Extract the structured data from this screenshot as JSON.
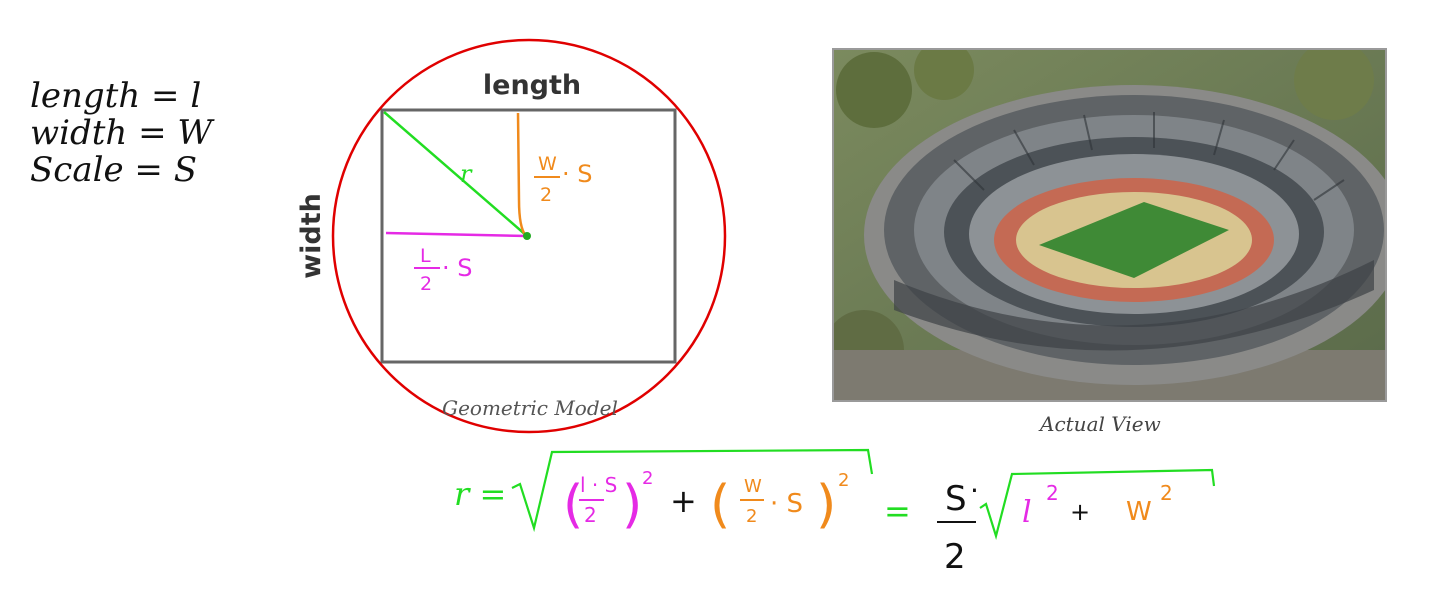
{
  "notes": {
    "length_line": "length = l",
    "width_line": "width = W",
    "scale_line": "Scale = S"
  },
  "model": {
    "top_label": "length",
    "side_label": "width",
    "caption": "Geometric Model",
    "radius_label": "r",
    "half_width_num": "W",
    "half_width_den": "2",
    "half_width_scale": "· S",
    "half_length_num": "L",
    "half_length_den": "2",
    "half_length_scale": "· S"
  },
  "photo": {
    "caption": "Actual View"
  },
  "formula": {
    "lhs": "r =",
    "term1_num": "l · S",
    "term1_den": "2",
    "exp1": "2",
    "plus": "+",
    "term2_num": "W",
    "term2_den": "2",
    "term2_scale": "· S",
    "exp2": "2",
    "equals": "=",
    "coef_num": "S",
    "coef_den": "2",
    "coef_dot": "·",
    "l_sq": "l",
    "sq_exp_l": "2",
    "plus2": "+",
    "w_sq": "W",
    "sq_exp_w": "2"
  },
  "colors": {
    "circle": "#e00000",
    "radius": "#22dd22",
    "half_width": "#f08a1c",
    "half_length": "#e52ae5",
    "rectangle": "#666666"
  }
}
